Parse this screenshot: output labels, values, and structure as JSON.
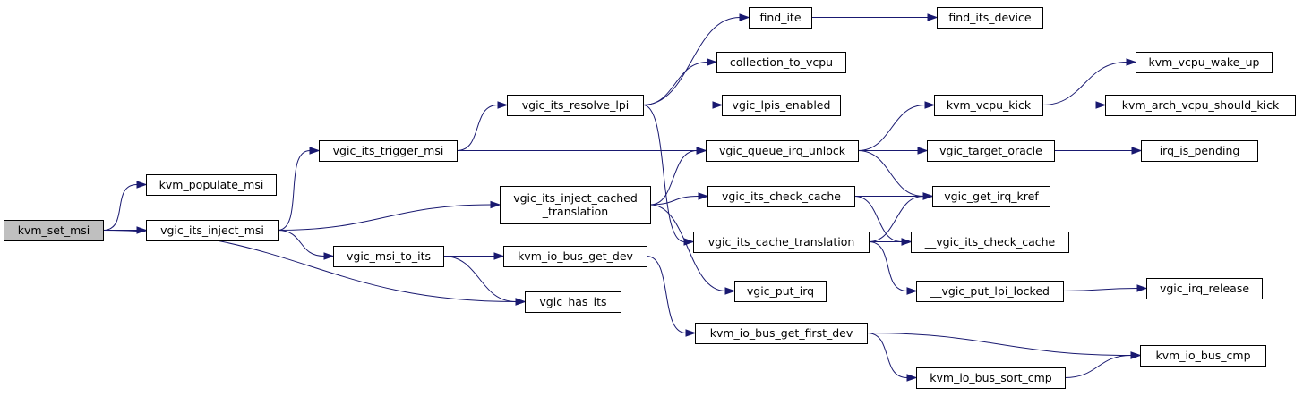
{
  "colors": {
    "edge": "#191970",
    "root_fill": "#bfbfbf",
    "node_fill": "#ffffff",
    "border": "#000000"
  },
  "nodes": [
    {
      "id": "kvm_set_msi",
      "lines": [
        "kvm_set_msi"
      ]
    },
    {
      "id": "kvm_populate_msi",
      "lines": [
        "kvm_populate_msi"
      ]
    },
    {
      "id": "vgic_its_inject_msi",
      "lines": [
        "vgic_its_inject_msi"
      ]
    },
    {
      "id": "vgic_has_its",
      "lines": [
        "vgic_has_its"
      ]
    },
    {
      "id": "vgic_its_trigger_msi",
      "lines": [
        "vgic_its_trigger_msi"
      ]
    },
    {
      "id": "vgic_its_inject_cached_translation",
      "lines": [
        "vgic_its_inject_cached",
        "_translation"
      ]
    },
    {
      "id": "vgic_msi_to_its",
      "lines": [
        "vgic_msi_to_its"
      ]
    },
    {
      "id": "vgic_its_resolve_lpi",
      "lines": [
        "vgic_its_resolve_lpi"
      ]
    },
    {
      "id": "kvm_io_bus_get_dev",
      "lines": [
        "kvm_io_bus_get_dev"
      ]
    },
    {
      "id": "find_ite",
      "lines": [
        "find_ite"
      ]
    },
    {
      "id": "collection_to_vcpu",
      "lines": [
        "collection_to_vcpu"
      ]
    },
    {
      "id": "vgic_lpis_enabled",
      "lines": [
        "vgic_lpis_enabled"
      ]
    },
    {
      "id": "vgic_queue_irq_unlock",
      "lines": [
        "vgic_queue_irq_unlock"
      ]
    },
    {
      "id": "vgic_its_check_cache",
      "lines": [
        "vgic_its_check_cache"
      ]
    },
    {
      "id": "vgic_its_cache_translation",
      "lines": [
        "vgic_its_cache_translation"
      ]
    },
    {
      "id": "vgic_put_irq",
      "lines": [
        "vgic_put_irq"
      ]
    },
    {
      "id": "kvm_io_bus_get_first_dev",
      "lines": [
        "kvm_io_bus_get_first_dev"
      ]
    },
    {
      "id": "find_its_device",
      "lines": [
        "find_its_device"
      ]
    },
    {
      "id": "kvm_vcpu_kick",
      "lines": [
        "kvm_vcpu_kick"
      ]
    },
    {
      "id": "vgic_target_oracle",
      "lines": [
        "vgic_target_oracle"
      ]
    },
    {
      "id": "vgic_get_irq_kref",
      "lines": [
        "vgic_get_irq_kref"
      ]
    },
    {
      "id": "__vgic_its_check_cache",
      "lines": [
        "__vgic_its_check_cache"
      ]
    },
    {
      "id": "__vgic_put_lpi_locked",
      "lines": [
        "__vgic_put_lpi_locked"
      ]
    },
    {
      "id": "kvm_io_bus_sort_cmp",
      "lines": [
        "kvm_io_bus_sort_cmp"
      ]
    },
    {
      "id": "kvm_vcpu_wake_up",
      "lines": [
        "kvm_vcpu_wake_up"
      ]
    },
    {
      "id": "kvm_arch_vcpu_should_kick",
      "lines": [
        "kvm_arch_vcpu_should_kick"
      ]
    },
    {
      "id": "irq_is_pending",
      "lines": [
        "irq_is_pending"
      ]
    },
    {
      "id": "vgic_irq_release",
      "lines": [
        "vgic_irq_release"
      ]
    },
    {
      "id": "kvm_io_bus_cmp",
      "lines": [
        "kvm_io_bus_cmp"
      ]
    }
  ],
  "edges": [
    [
      "kvm_set_msi",
      "kvm_populate_msi"
    ],
    [
      "kvm_set_msi",
      "vgic_its_inject_msi"
    ],
    [
      "kvm_set_msi",
      "vgic_has_its"
    ],
    [
      "vgic_its_inject_msi",
      "vgic_its_trigger_msi"
    ],
    [
      "vgic_its_inject_msi",
      "vgic_its_inject_cached_translation"
    ],
    [
      "vgic_its_inject_msi",
      "vgic_msi_to_its"
    ],
    [
      "vgic_msi_to_its",
      "kvm_io_bus_get_dev"
    ],
    [
      "vgic_msi_to_its",
      "vgic_has_its"
    ],
    [
      "vgic_its_trigger_msi",
      "vgic_its_resolve_lpi"
    ],
    [
      "vgic_its_trigger_msi",
      "vgic_queue_irq_unlock"
    ],
    [
      "vgic_its_resolve_lpi",
      "find_ite"
    ],
    [
      "vgic_its_resolve_lpi",
      "collection_to_vcpu"
    ],
    [
      "vgic_its_resolve_lpi",
      "vgic_lpis_enabled"
    ],
    [
      "vgic_its_resolve_lpi",
      "vgic_its_cache_translation"
    ],
    [
      "find_ite",
      "find_its_device"
    ],
    [
      "vgic_its_inject_cached_translation",
      "vgic_queue_irq_unlock"
    ],
    [
      "vgic_its_inject_cached_translation",
      "vgic_its_check_cache"
    ],
    [
      "vgic_its_inject_cached_translation",
      "vgic_put_irq"
    ],
    [
      "kvm_io_bus_get_dev",
      "kvm_io_bus_get_first_dev"
    ],
    [
      "vgic_queue_irq_unlock",
      "kvm_vcpu_kick"
    ],
    [
      "vgic_queue_irq_unlock",
      "vgic_target_oracle"
    ],
    [
      "vgic_queue_irq_unlock",
      "vgic_get_irq_kref"
    ],
    [
      "kvm_vcpu_kick",
      "kvm_vcpu_wake_up"
    ],
    [
      "kvm_vcpu_kick",
      "kvm_arch_vcpu_should_kick"
    ],
    [
      "vgic_target_oracle",
      "irq_is_pending"
    ],
    [
      "vgic_its_check_cache",
      "vgic_get_irq_kref"
    ],
    [
      "vgic_its_check_cache",
      "__vgic_its_check_cache"
    ],
    [
      "vgic_its_cache_translation",
      "vgic_get_irq_kref"
    ],
    [
      "vgic_its_cache_translation",
      "__vgic_its_check_cache"
    ],
    [
      "vgic_its_cache_translation",
      "__vgic_put_lpi_locked"
    ],
    [
      "vgic_put_irq",
      "__vgic_put_lpi_locked"
    ],
    [
      "__vgic_put_lpi_locked",
      "vgic_irq_release"
    ],
    [
      "kvm_io_bus_get_first_dev",
      "kvm_io_bus_cmp"
    ],
    [
      "kvm_io_bus_get_first_dev",
      "kvm_io_bus_sort_cmp"
    ],
    [
      "kvm_io_bus_sort_cmp",
      "kvm_io_bus_cmp"
    ]
  ]
}
